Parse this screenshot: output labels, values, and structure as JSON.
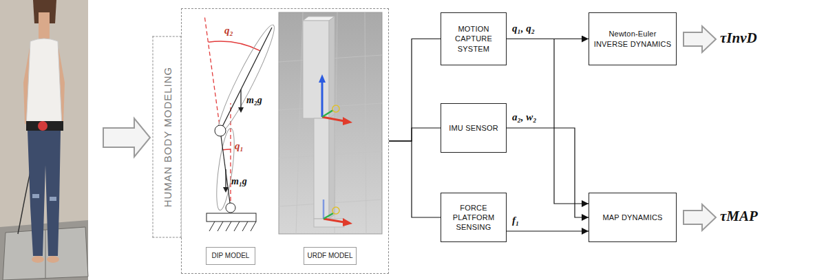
{
  "diagram": {
    "nodes": [
      {
        "text": [
          "HUMAN BODY MODELING"
        ]
      },
      {
        "text": [
          "DIP MODEL"
        ],
        "in": 0
      },
      {
        "text": [
          "URDF MODEL"
        ],
        "in": 0
      },
      {
        "text": [
          "MOTION CAPTURE SYSTEM"
        ]
      },
      {
        "text": [
          "IMU SENSOR"
        ]
      },
      {
        "text": [
          "FORCE PLATFORM SENSING"
        ]
      },
      {
        "text": [
          "Newton-Euler INVERSE DYNAMICS"
        ]
      },
      {
        "text": [
          "MAP DYNAMICS"
        ]
      }
    ],
    "edges": [
      {
        "from": 0,
        "to": 3,
        "arrow": "none"
      },
      {
        "from": 0,
        "to": 4,
        "arrow": "none"
      },
      {
        "from": 0,
        "to": 5,
        "arrow": "none"
      },
      {
        "from": 3,
        "to": 6,
        "label": "q₁, q₂",
        "arrow": "to"
      },
      {
        "from": 3,
        "to": 7,
        "arrow": "to"
      },
      {
        "from": 4,
        "to": 7,
        "label": "a₂, w₂",
        "arrow": "to"
      },
      {
        "from": 5,
        "to": 7,
        "label": "f₁",
        "arrow": "to"
      }
    ],
    "labels": [
      "q₂",
      "q₁",
      "m₂g",
      "m₁g",
      "τInvD",
      "τMAP"
    ]
  }
}
